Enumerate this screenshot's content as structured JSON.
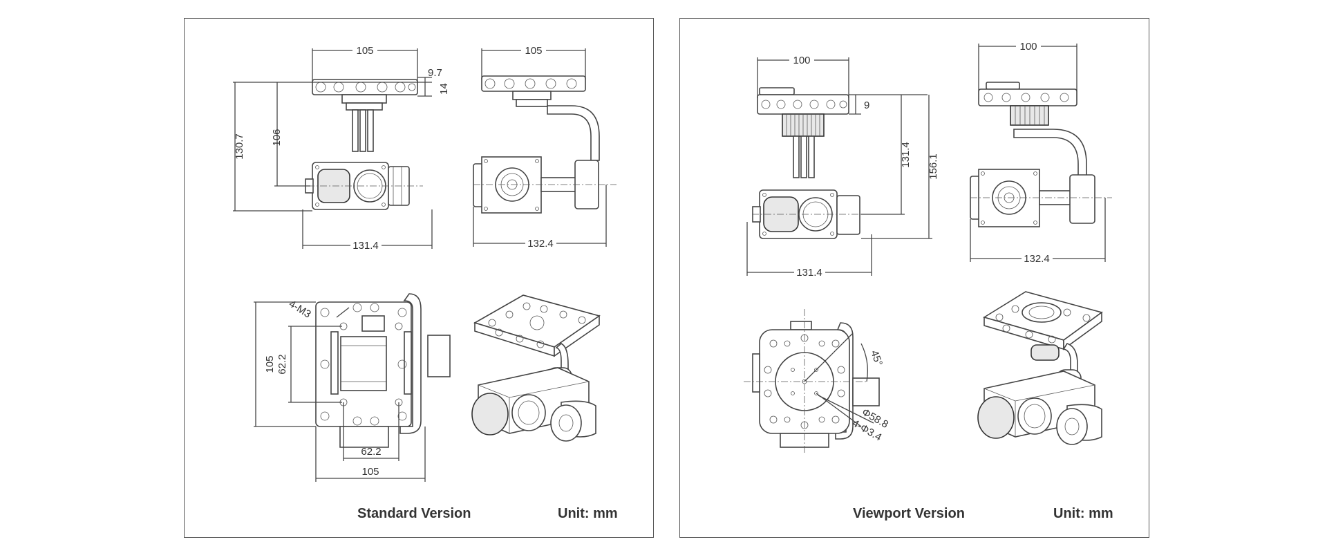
{
  "standard": {
    "caption": "Standard Version",
    "unit": "Unit: mm",
    "front": {
      "width_top": "105",
      "d1": "9.7",
      "d2": "14",
      "height_total": "130.7",
      "height_inner": "106",
      "width_bottom": "131.4"
    },
    "side": {
      "width_top": "105",
      "width_bottom": "132.4"
    },
    "top": {
      "label_holes": "4-M3",
      "h_outer": "105",
      "h_inner": "62.2",
      "w_inner": "62.2",
      "w_outer": "105"
    }
  },
  "viewport": {
    "caption": "Viewport Version",
    "unit": "Unit: mm",
    "front": {
      "width_top": "100",
      "d1": "9",
      "height_inner": "131.4",
      "height_total": "156.1",
      "width_bottom": "131.4"
    },
    "side": {
      "width_top": "100",
      "width_bottom": "132.4"
    },
    "top": {
      "angle": "45°",
      "circle": "Φ58.8",
      "holes": "4-Φ3.4"
    }
  }
}
